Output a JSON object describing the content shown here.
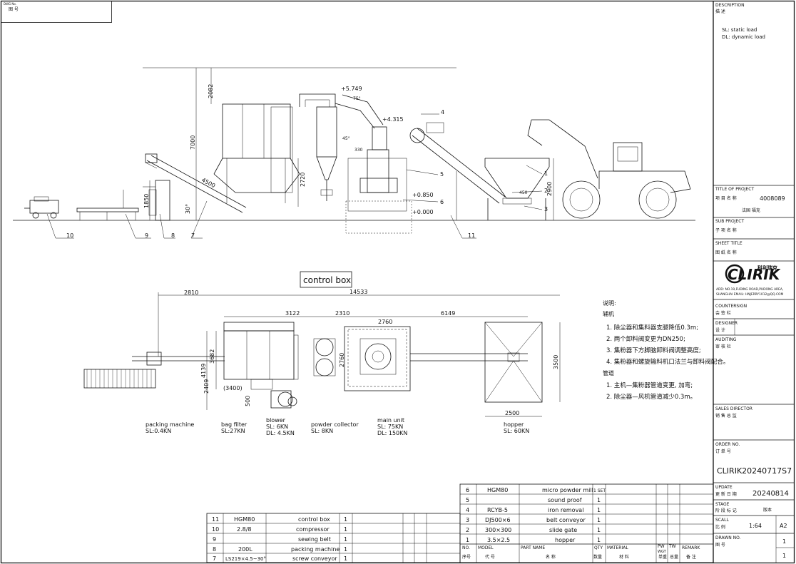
{
  "corner_box": {
    "dwg_no_label": "DWG No.",
    "dwg_no_cn": "图 号"
  },
  "title_block": {
    "description_label": "DESCRIPTION",
    "description_cn": "描 述",
    "description_lines": [
      "SL: static load",
      "DL: dynamic load"
    ],
    "title_of_project_label": "TITLE OF PROJECT",
    "title_of_project_cn": "项 目 名 称",
    "project_no": "4008089",
    "project_sub_cn": "法国  福克",
    "sub_project_label": "SUB PROJECT",
    "sub_project_cn": "子 项 名 称",
    "sheet_title_label": "SHEET TITLE",
    "sheet_title_cn": "图 纸 名 称",
    "logo_text": "CLIRIK",
    "logo_cn": "科利瑞克",
    "address_line1": "ADD: NO.19,FUDING ROAD,PUDONG AREA,",
    "address_line2": "SHANGHAI EMAIL: HNJERRY1012@QQ.COM",
    "countersign_label": "COUNTERSIGN",
    "countersign_cn": "会 签 栏",
    "designer_label": "DESIGNER",
    "designer_cn": "设 计",
    "auditing_label": "AUDITING",
    "auditing_cn": "审 核 栏",
    "sales_director_label": "SALES DIRECTOR",
    "sales_director_cn": "销 售 总 监",
    "order_no_label": "ORDER NO.",
    "order_no_cn": "订 单 号",
    "order_no": "CLIRIK20240717S7",
    "update_label": "UPDATE",
    "update_cn": "更 新 日 期",
    "update_date": "20240814",
    "stage_label": "STAGE",
    "stage_cn": "阶 段 标 记",
    "stage_value": "版本",
    "scall_label": "SCALL",
    "scall_cn": "比 例",
    "scale_value": "1:64",
    "paper_size": "A2",
    "drawn_no_label": "DRAWN NO.",
    "drawn_no_cn": "图 号",
    "drawn_no_value": "1",
    "sheet_count": "1"
  },
  "elevation": {
    "elev_5749": "+5.749",
    "elev_4315": "+4.315",
    "elev_850": "+0.850",
    "elev_000": "+0.000",
    "dim_2082": "2082",
    "dim_7000": "7000",
    "dim_2720": "2720",
    "dim_2900": "2900",
    "dim_1850": "1850",
    "dim_4500": "4500",
    "dim_30deg": "30°",
    "small_a": "75°",
    "small_b": "45°",
    "small_c": "330",
    "small_d": "450",
    "callouts": [
      "10",
      "9",
      "8",
      "7",
      "11",
      "1",
      "2",
      "3",
      "4",
      "5",
      "6"
    ]
  },
  "plan": {
    "control_box": "control box",
    "dim_2810": "2810",
    "dim_14533": "14533",
    "dim_3122": "3122",
    "dim_2310": "2310",
    "dim_6149": "6149",
    "dim_2760a": "2760",
    "dim_2760b": "2760",
    "dim_3682": "3682",
    "dim_4139": "4139",
    "dim_2409": "2409",
    "dim_3400": "(3400)",
    "dim_500": "500",
    "dim_3500": "3500",
    "dim_2500": "2500",
    "labels": [
      {
        "name": "packing machine",
        "l1": "SL:0.4KN",
        "l2": ""
      },
      {
        "name": "bag filter",
        "l1": "SL:27KN",
        "l2": ""
      },
      {
        "name": "blower",
        "l1": "SL: 6KN",
        "l2": "DL: 4.5KN"
      },
      {
        "name": "powder collector",
        "l1": "SL: 8KN",
        "l2": ""
      },
      {
        "name": "main unit",
        "l1": "SL: 75KN",
        "l2": "DL: 150KN"
      },
      {
        "name": "hopper",
        "l1": "SL: 60KN",
        "l2": ""
      }
    ]
  },
  "notes": {
    "title": "说明:",
    "sub1": "辅机",
    "items1": [
      "1. 除尘器和集料器支腿降低0.3m;",
      "2. 两个卸料阀变更为DN250;",
      "3. 集粉器下方脚脑卸料阀调整高度;",
      "4. 集粉器和螺旋输料机口法兰与卸料阀配合。"
    ],
    "sub2": "管道",
    "items2": [
      "1. 主机—集粉器管道变更, 加弯;",
      "2. 除尘器—风机管道减少0.3m。"
    ]
  },
  "bom_right": {
    "rows": [
      {
        "no": "6",
        "model": "HGM80",
        "name": "micro powder mill",
        "qty": "1 SET"
      },
      {
        "no": "5",
        "model": "",
        "name": "sound proof",
        "qty": "1"
      },
      {
        "no": "4",
        "model": "RCYB-5",
        "name": "iron removal",
        "qty": "1"
      },
      {
        "no": "3",
        "model": "DJ500×6",
        "name": "belt conveyor",
        "qty": "1"
      },
      {
        "no": "2",
        "model": "300×300",
        "name": "slide gate",
        "qty": "1"
      },
      {
        "no": "1",
        "model": "3.5×2.5",
        "name": "hopper",
        "qty": "1"
      }
    ],
    "header": {
      "no": "NO.",
      "no_cn": "序号",
      "model": "MODEL",
      "model_cn": "代  号",
      "part": "PART NAME",
      "part_cn": "名  称",
      "qty": "QTY",
      "qty_cn": "数量",
      "material": "MATERIAL",
      "material_cn": "材  料",
      "pw": "PW",
      "pw_cn": "单重",
      "tw": "TW",
      "tw_cn": "总量",
      "wgt": "WGT",
      "remark": "REMARK",
      "remark_cn": "备  注"
    }
  },
  "bom_left": {
    "rows": [
      {
        "no": "11",
        "model": "HGM80",
        "name": "control box",
        "qty": "1"
      },
      {
        "no": "10",
        "model": "2.8/8",
        "name": "compressor",
        "qty": "1"
      },
      {
        "no": "9",
        "model": "",
        "name": "sewing belt",
        "qty": "1"
      },
      {
        "no": "8",
        "model": "200L",
        "name": "packing machine",
        "qty": "1"
      },
      {
        "no": "7",
        "model": "LS219×4.5~30°",
        "name": "screw conveyor",
        "qty": "1"
      }
    ]
  }
}
